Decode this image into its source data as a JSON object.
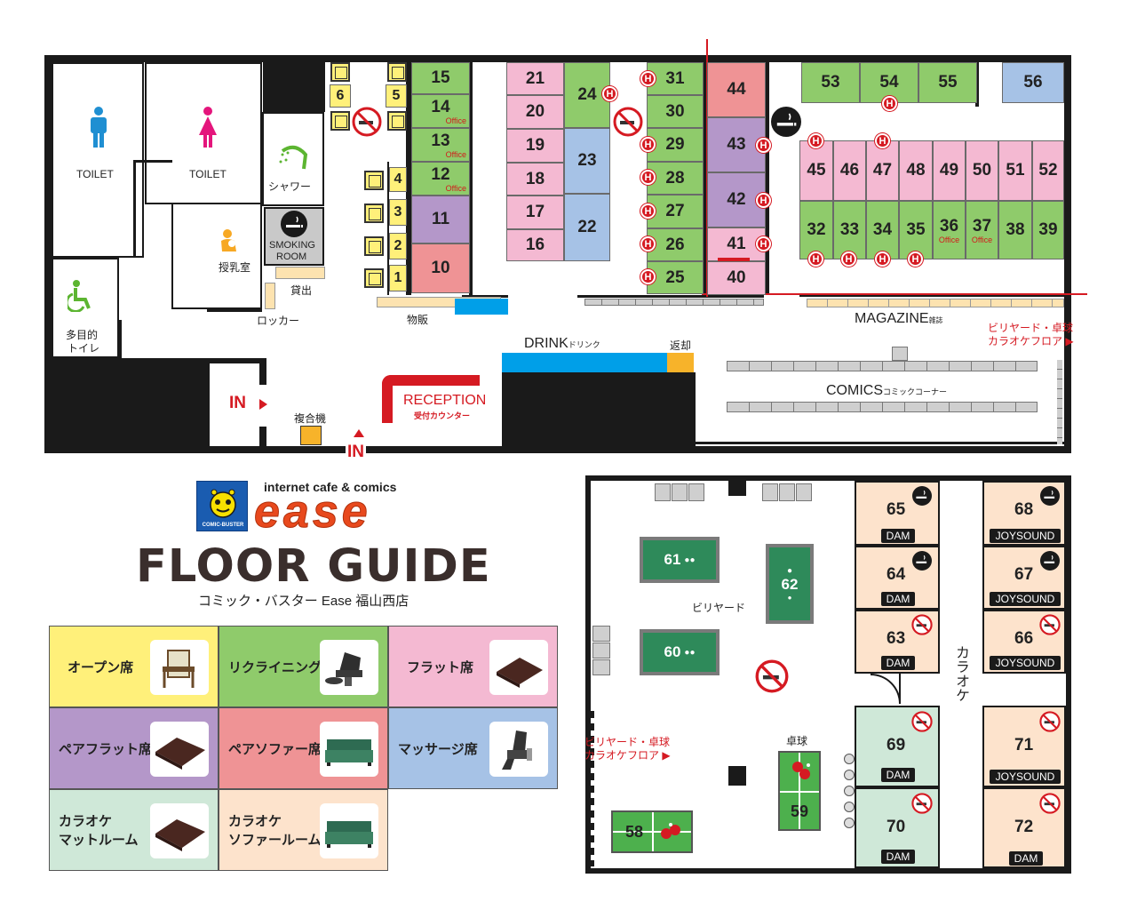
{
  "header": {
    "brand_tagline": "internet cafe & comics",
    "brand_name": "ease",
    "badge_text": "COMIC-BUSTER",
    "title": "FLOOR GUIDE",
    "subtitle": "コミック・バスター Ease 福山西店"
  },
  "labels": {
    "toilet1": "TOILET",
    "toilet2": "TOILET",
    "shower": "シャワー",
    "smoking_room_1": "SMOKING",
    "smoking_room_2": "ROOM",
    "nursing": "授乳室",
    "rental": "貸出",
    "locker": "ロッカー",
    "multipurpose_1": "多目的",
    "multipurpose_2": "トイレ",
    "goods": "物販",
    "drink": "DRINK",
    "drink_jp": "ドリンク",
    "return": "返却",
    "magazine": "MAGAZINE",
    "magazine_jp": "雑誌",
    "comics": "COMICS",
    "comics_jp": "コミックコーナー",
    "reception": "RECEPTION",
    "reception_jp": "受付カウンター",
    "copier": "複合機",
    "in1": "IN",
    "in2": "IN",
    "to_billiards_1": "ビリヤード・卓球",
    "to_billiards_2": "カラオケフロア ▶",
    "billiards": "ビリヤード",
    "ping_pong": "卓球",
    "karaoke": "カラオケ",
    "from_billiards_1": "ビリヤード・卓球",
    "from_billiards_2": "カラオケフロア ▶",
    "office": "Office",
    "h": "H"
  },
  "seats": {
    "s1": "1",
    "s2": "2",
    "s3": "3",
    "s4": "4",
    "s5": "5",
    "s6": "6",
    "s10": "10",
    "s11": "11",
    "s12": "12",
    "s13": "13",
    "s14": "14",
    "s15": "15",
    "s16": "16",
    "s17": "17",
    "s18": "18",
    "s19": "19",
    "s20": "20",
    "s21": "21",
    "s22": "22",
    "s23": "23",
    "s24": "24",
    "s25": "25",
    "s26": "26",
    "s27": "27",
    "s28": "28",
    "s29": "29",
    "s30": "30",
    "s31": "31",
    "s32": "32",
    "s33": "33",
    "s34": "34",
    "s35": "35",
    "s36": "36",
    "s37": "37",
    "s38": "38",
    "s39": "39",
    "s40": "40",
    "s41": "41",
    "s42": "42",
    "s43": "43",
    "s44": "44",
    "s45": "45",
    "s46": "46",
    "s47": "47",
    "s48": "48",
    "s49": "49",
    "s50": "50",
    "s51": "51",
    "s52": "52",
    "s53": "53",
    "s54": "54",
    "s55": "55",
    "s56": "56",
    "s58": "58",
    "s59": "59",
    "s60": "60",
    "s61": "61",
    "s62": "62",
    "s63": "63",
    "s64": "64",
    "s65": "65",
    "s66": "66",
    "s67": "67",
    "s68": "68",
    "s69": "69",
    "s70": "70",
    "s71": "71",
    "s72": "72"
  },
  "karaoke_systems": {
    "dam": "DAM",
    "joysound": "JOYSOUND"
  },
  "legend": [
    {
      "label": "オープン席",
      "color": "#fff07a"
    },
    {
      "label": "リクライニング席",
      "color": "#8fcb6b"
    },
    {
      "label": "フラット席",
      "color": "#f4b9d2"
    },
    {
      "label": "ペアフラット席",
      "color": "#b497c9"
    },
    {
      "label": "ペアソファー席",
      "color": "#ef9395"
    },
    {
      "label": "マッサージ席",
      "color": "#a6c2e6"
    },
    {
      "label": "カラオケ\nマットルーム",
      "color": "#cfe8d8"
    },
    {
      "label": "カラオケ\nソファールーム",
      "color": "#fde3cc"
    }
  ]
}
